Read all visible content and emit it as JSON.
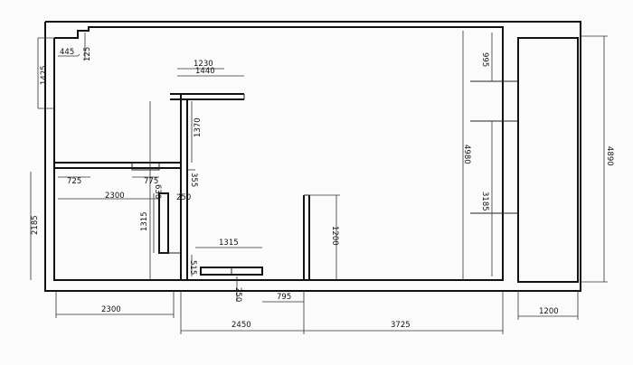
{
  "dimensions": {
    "d445": "445",
    "d125": "125",
    "d1425": "1425",
    "d1230": "1230",
    "d1440": "1440",
    "d1370": "1370",
    "d725": "725",
    "d775": "775",
    "d355": "355",
    "d630": "630",
    "d250a": "250",
    "d2300a": "2300",
    "d2185": "2185",
    "d1315v": "1315",
    "d1315h": "1315",
    "d515": "515",
    "d250b": "250",
    "d795": "795",
    "d1200v": "1200",
    "d4980": "4980",
    "d995": "995",
    "d3185": "3185",
    "d4890": "4890",
    "d2300b": "2300",
    "d2450": "2450",
    "d3725": "3725",
    "d1200h": "1200"
  },
  "colors": {
    "line": "#111111",
    "paper": "#fbfbfb"
  }
}
